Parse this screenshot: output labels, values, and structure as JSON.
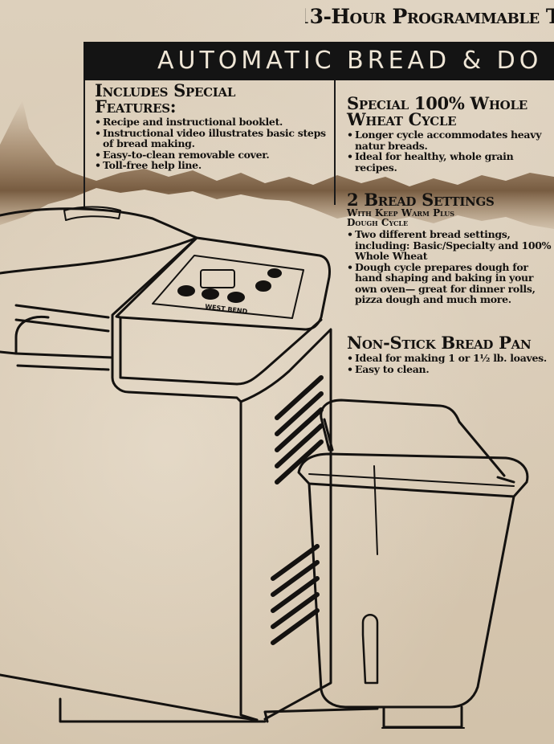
{
  "banner": {
    "line1": "13-Hour Programmable T",
    "header": "AUTOMATIC BREAD & DO"
  },
  "features": [
    {
      "title_line1": "Includes Special",
      "title_line2": "Features:",
      "items": [
        "Recipe and instructional booklet.",
        "Instructional video illustrates basic steps of bread making.",
        "Easy-to-clean removable cover.",
        "Toll-free help line."
      ]
    },
    {
      "title_line1": "Special 100% Whole",
      "title_line2": "Wheat Cycle",
      "items": [
        "Longer cycle accommodates heavy natur breads.",
        "Ideal for healthy, whole grain recipes."
      ]
    },
    {
      "title_line1": "2 Bread Settings",
      "subtitle_line1": "With Keep Warm Plus",
      "subtitle_line2": "Dough Cycle",
      "items": [
        "Two different bread settings, including: Basic/Specialty and 100% Whole Wheat",
        "Dough cycle prepares dough for hand shaping and baking in your own oven— great for dinner rolls, pizza dough and much more."
      ]
    },
    {
      "title_line1": "Non-Stick Bread Pan",
      "items": [
        "Ideal for making 1 or 1½ lb. loaves.",
        "Easy to clean."
      ]
    }
  ],
  "machine": {
    "brand": "WEST BEND"
  },
  "colors": {
    "cardboard": "#d9cbb6",
    "ink": "#141210",
    "stain": "#6b4a2a"
  }
}
